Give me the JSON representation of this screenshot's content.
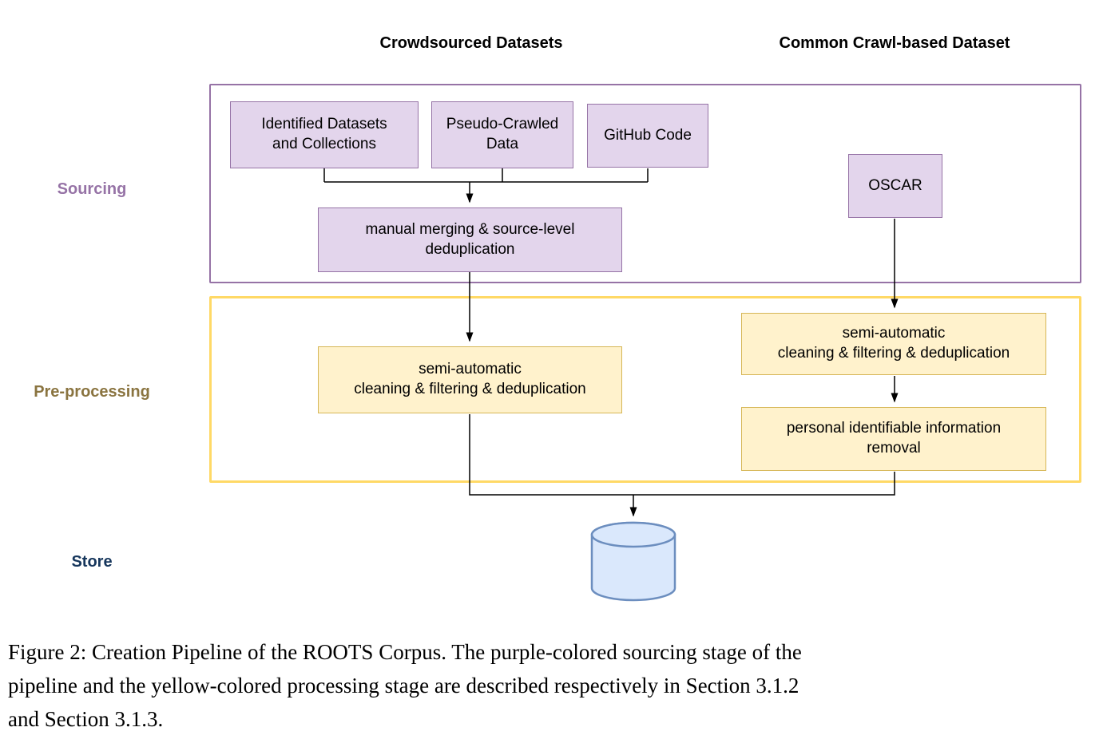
{
  "colors": {
    "purple-fill": "#e3d5ec",
    "purple-stroke": "#9673a6",
    "yellow-fill": "#fff2cc",
    "yellow-stroke": "#d6b656",
    "yellow-container-stroke": "#ffd966",
    "blue-fill": "#dae8fc",
    "blue-stroke": "#6c8ebf",
    "sourcing-label": "#9673a6",
    "preprocessing-label": "#8a7440",
    "store-label": "#16365c"
  },
  "headers": {
    "crowdsourced": "Crowdsourced Datasets",
    "common_crawl": "Common Crawl-based Dataset"
  },
  "stage_labels": {
    "sourcing": "Sourcing",
    "preprocessing": "Pre-processing",
    "store": "Store"
  },
  "nodes": {
    "identified_datasets": "Identified Datasets\nand Collections",
    "pseudo_crawled": "Pseudo-Crawled\nData",
    "github_code": "GitHub Code",
    "oscar": "OSCAR",
    "manual_merging": "manual merging & source-level\ndeduplication",
    "semi_automatic_left": "semi-automatic\ncleaning & filtering & deduplication",
    "semi_automatic_right": "semi-automatic\ncleaning & filtering & deduplication",
    "pii_removal": "personal identifiable information\nremoval"
  },
  "caption": {
    "text": "Figure 2: Creation Pipeline of the ROOTS Corpus. The purple-colored sourcing stage of the\npipeline and the yellow-colored processing stage are described respectively in Section 3.1.2\nand Section 3.1.3."
  }
}
